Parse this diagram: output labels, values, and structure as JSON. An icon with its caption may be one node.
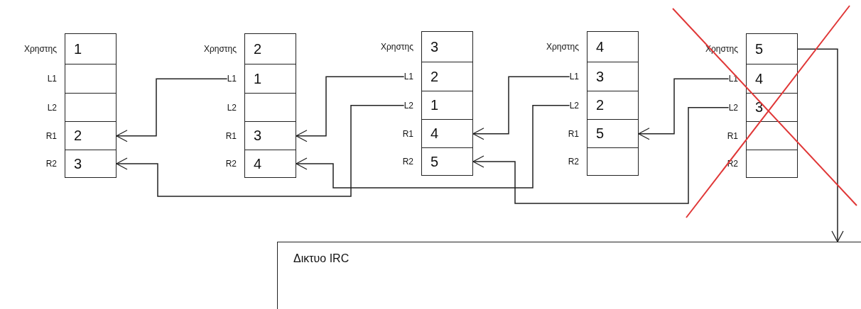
{
  "diagram": {
    "nodes": [
      {
        "text": [
          "1"
        ],
        "beside": [
          "Χρηστης"
        ]
      },
      {
        "text": [],
        "shape": "box",
        "beside": [
          "L1"
        ]
      },
      {
        "text": [],
        "shape": "box",
        "beside": [
          "L2"
        ]
      },
      {
        "text": [
          "2"
        ],
        "beside": [
          "R1"
        ]
      },
      {
        "text": [
          "3"
        ],
        "beside": [
          "R2"
        ]
      },
      {
        "text": [
          "2"
        ],
        "beside": [
          "Χρηστης"
        ]
      },
      {
        "text": [
          "1"
        ],
        "beside": [
          "L1"
        ]
      },
      {
        "text": [],
        "shape": "box",
        "beside": [
          "L2"
        ]
      },
      {
        "text": [
          "3"
        ],
        "beside": [
          "R1"
        ]
      },
      {
        "text": [
          "4"
        ],
        "beside": [
          "R2"
        ]
      },
      {
        "text": [
          "3"
        ],
        "beside": [
          "Χρηστης"
        ]
      },
      {
        "text": [
          "2"
        ],
        "beside": [
          "L1"
        ]
      },
      {
        "text": [
          "1"
        ],
        "beside": [
          "L2"
        ]
      },
      {
        "text": [
          "4"
        ],
        "beside": [
          "R1"
        ]
      },
      {
        "text": [
          "5"
        ],
        "beside": [
          "R2"
        ]
      },
      {
        "text": [
          "4"
        ],
        "beside": [
          "Χρηστης"
        ]
      },
      {
        "text": [
          "3"
        ],
        "beside": [
          "L1"
        ]
      },
      {
        "text": [
          "2"
        ],
        "beside": [
          "L2"
        ]
      },
      {
        "text": [
          "5"
        ],
        "beside": [
          "R1"
        ]
      },
      {
        "text": [],
        "shape": "box",
        "beside": [
          "R2"
        ]
      },
      {
        "text": [
          "5"
        ],
        "beside": [
          "Χρηστης"
        ]
      },
      {
        "text": [
          "4"
        ],
        "beside": [
          "L1"
        ]
      },
      {
        "text": [
          "3"
        ],
        "beside": [
          "L2"
        ]
      },
      {
        "text": [],
        "shape": "box",
        "beside": [
          "R1"
        ]
      },
      {
        "text": [],
        "shape": "box",
        "beside": [
          "R2"
        ]
      },
      {
        "text": [
          "Δικτυο IRC"
        ]
      }
    ],
    "edges": [
      {
        "from": 6,
        "to": 3,
        "arrow": "to"
      },
      {
        "from": 11,
        "to": 8,
        "arrow": "to"
      },
      {
        "from": 12,
        "to": 4,
        "arrow": "to"
      },
      {
        "from": 16,
        "to": 13,
        "arrow": "to"
      },
      {
        "from": 17,
        "to": 9,
        "arrow": "to"
      },
      {
        "from": 21,
        "to": 18,
        "arrow": "to"
      },
      {
        "from": 22,
        "to": 14,
        "arrow": "to"
      },
      {
        "from": 20,
        "to": 25,
        "arrow": "to"
      }
    ]
  }
}
